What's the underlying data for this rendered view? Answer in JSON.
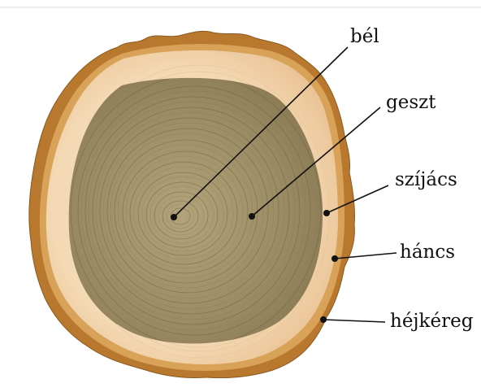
{
  "labels": {
    "pith": "bél",
    "heartwood": "geszt",
    "sapwood": "szíjács",
    "inner_bark": "háncs",
    "outer_bark": "héjkéreg"
  },
  "colors": {
    "background": "#ffffff",
    "outer_bark": "#b8782e",
    "inner_bark": "#d8a258",
    "sapwood": "#f2d4ac",
    "heartwood": "#9a8a62",
    "heartwood_center": "#ad9d74",
    "ring_line": "#6f6040",
    "label_text": "#111111"
  }
}
